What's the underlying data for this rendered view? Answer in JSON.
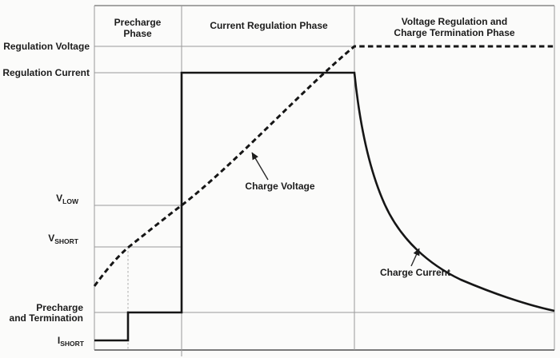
{
  "figure": {
    "background": "#fbfbfa",
    "waveform_color": "#161616",
    "grid_color": "#9a9a9a",
    "text_color": "#1c1c1c"
  },
  "phases": {
    "precharge": {
      "line1": "Precharge",
      "line2": "Phase"
    },
    "current_regulation": {
      "line1": "Current Regulation Phase"
    },
    "voltage_regulation": {
      "line1": "Voltage Regulation and",
      "line2": "Charge Termination Phase"
    }
  },
  "y_labels": {
    "regulation_voltage": "Regulation Voltage",
    "regulation_current": "Regulation Current",
    "v_low": {
      "main": "V",
      "sub": "LOW"
    },
    "v_short": {
      "main": "V",
      "sub": "SHORT"
    },
    "precharge_termination": {
      "line1": "Precharge",
      "line2": "and Termination"
    },
    "i_short": {
      "main": "I",
      "sub": "SHORT"
    }
  },
  "curve_labels": {
    "charge_voltage": "Charge Voltage",
    "charge_current": "Charge Current"
  },
  "chart_data": {
    "type": "line",
    "title": "Battery charge cycle: charge voltage and charge current vs. time across three phases",
    "xlabel": "",
    "ylabel": "",
    "x_axis_note": "time, qualitative (no numeric ticks shown)",
    "y_levels_top_to_bottom": [
      "Regulation Voltage",
      "Regulation Current",
      "VLOW",
      "VSHORT",
      "Precharge and Termination",
      "ISHORT"
    ],
    "phase_regions": [
      {
        "name": "Precharge Phase",
        "x_fraction_start": 0.0,
        "x_fraction_end": 0.19
      },
      {
        "name": "Current Regulation Phase",
        "x_fraction_start": 0.19,
        "x_fraction_end": 0.565
      },
      {
        "name": "Voltage Regulation and Charge Termination Phase",
        "x_fraction_start": 0.565,
        "x_fraction_end": 1.0
      }
    ],
    "series": [
      {
        "name": "Charge Voltage",
        "line_style": "dashed",
        "points": [
          {
            "x_fraction": 0.0,
            "level": "start, below VSHORT"
          },
          {
            "x_fraction": 0.073,
            "level": "crosses VSHORT"
          },
          {
            "x_fraction": 0.19,
            "level": "crosses VLOW at phase boundary"
          },
          {
            "x_fraction": 0.565,
            "level": "reaches Regulation Voltage"
          },
          {
            "x_fraction": 1.0,
            "level": "held at Regulation Voltage"
          }
        ]
      },
      {
        "name": "Charge Current",
        "line_style": "solid",
        "points": [
          {
            "x_fraction": 0.0,
            "level": "ISHORT"
          },
          {
            "x_fraction": 0.073,
            "level": "steps up to Precharge and Termination level"
          },
          {
            "x_fraction": 0.19,
            "level": "steps up to Regulation Current"
          },
          {
            "x_fraction": 0.565,
            "level": "begins exponential decay from Regulation Current"
          },
          {
            "x_fraction": 1.0,
            "level": "decays toward Precharge and Termination level"
          }
        ]
      }
    ],
    "grid": "reference level lines only",
    "legend": "inline arrow annotations (Charge Voltage, Charge Current)"
  }
}
